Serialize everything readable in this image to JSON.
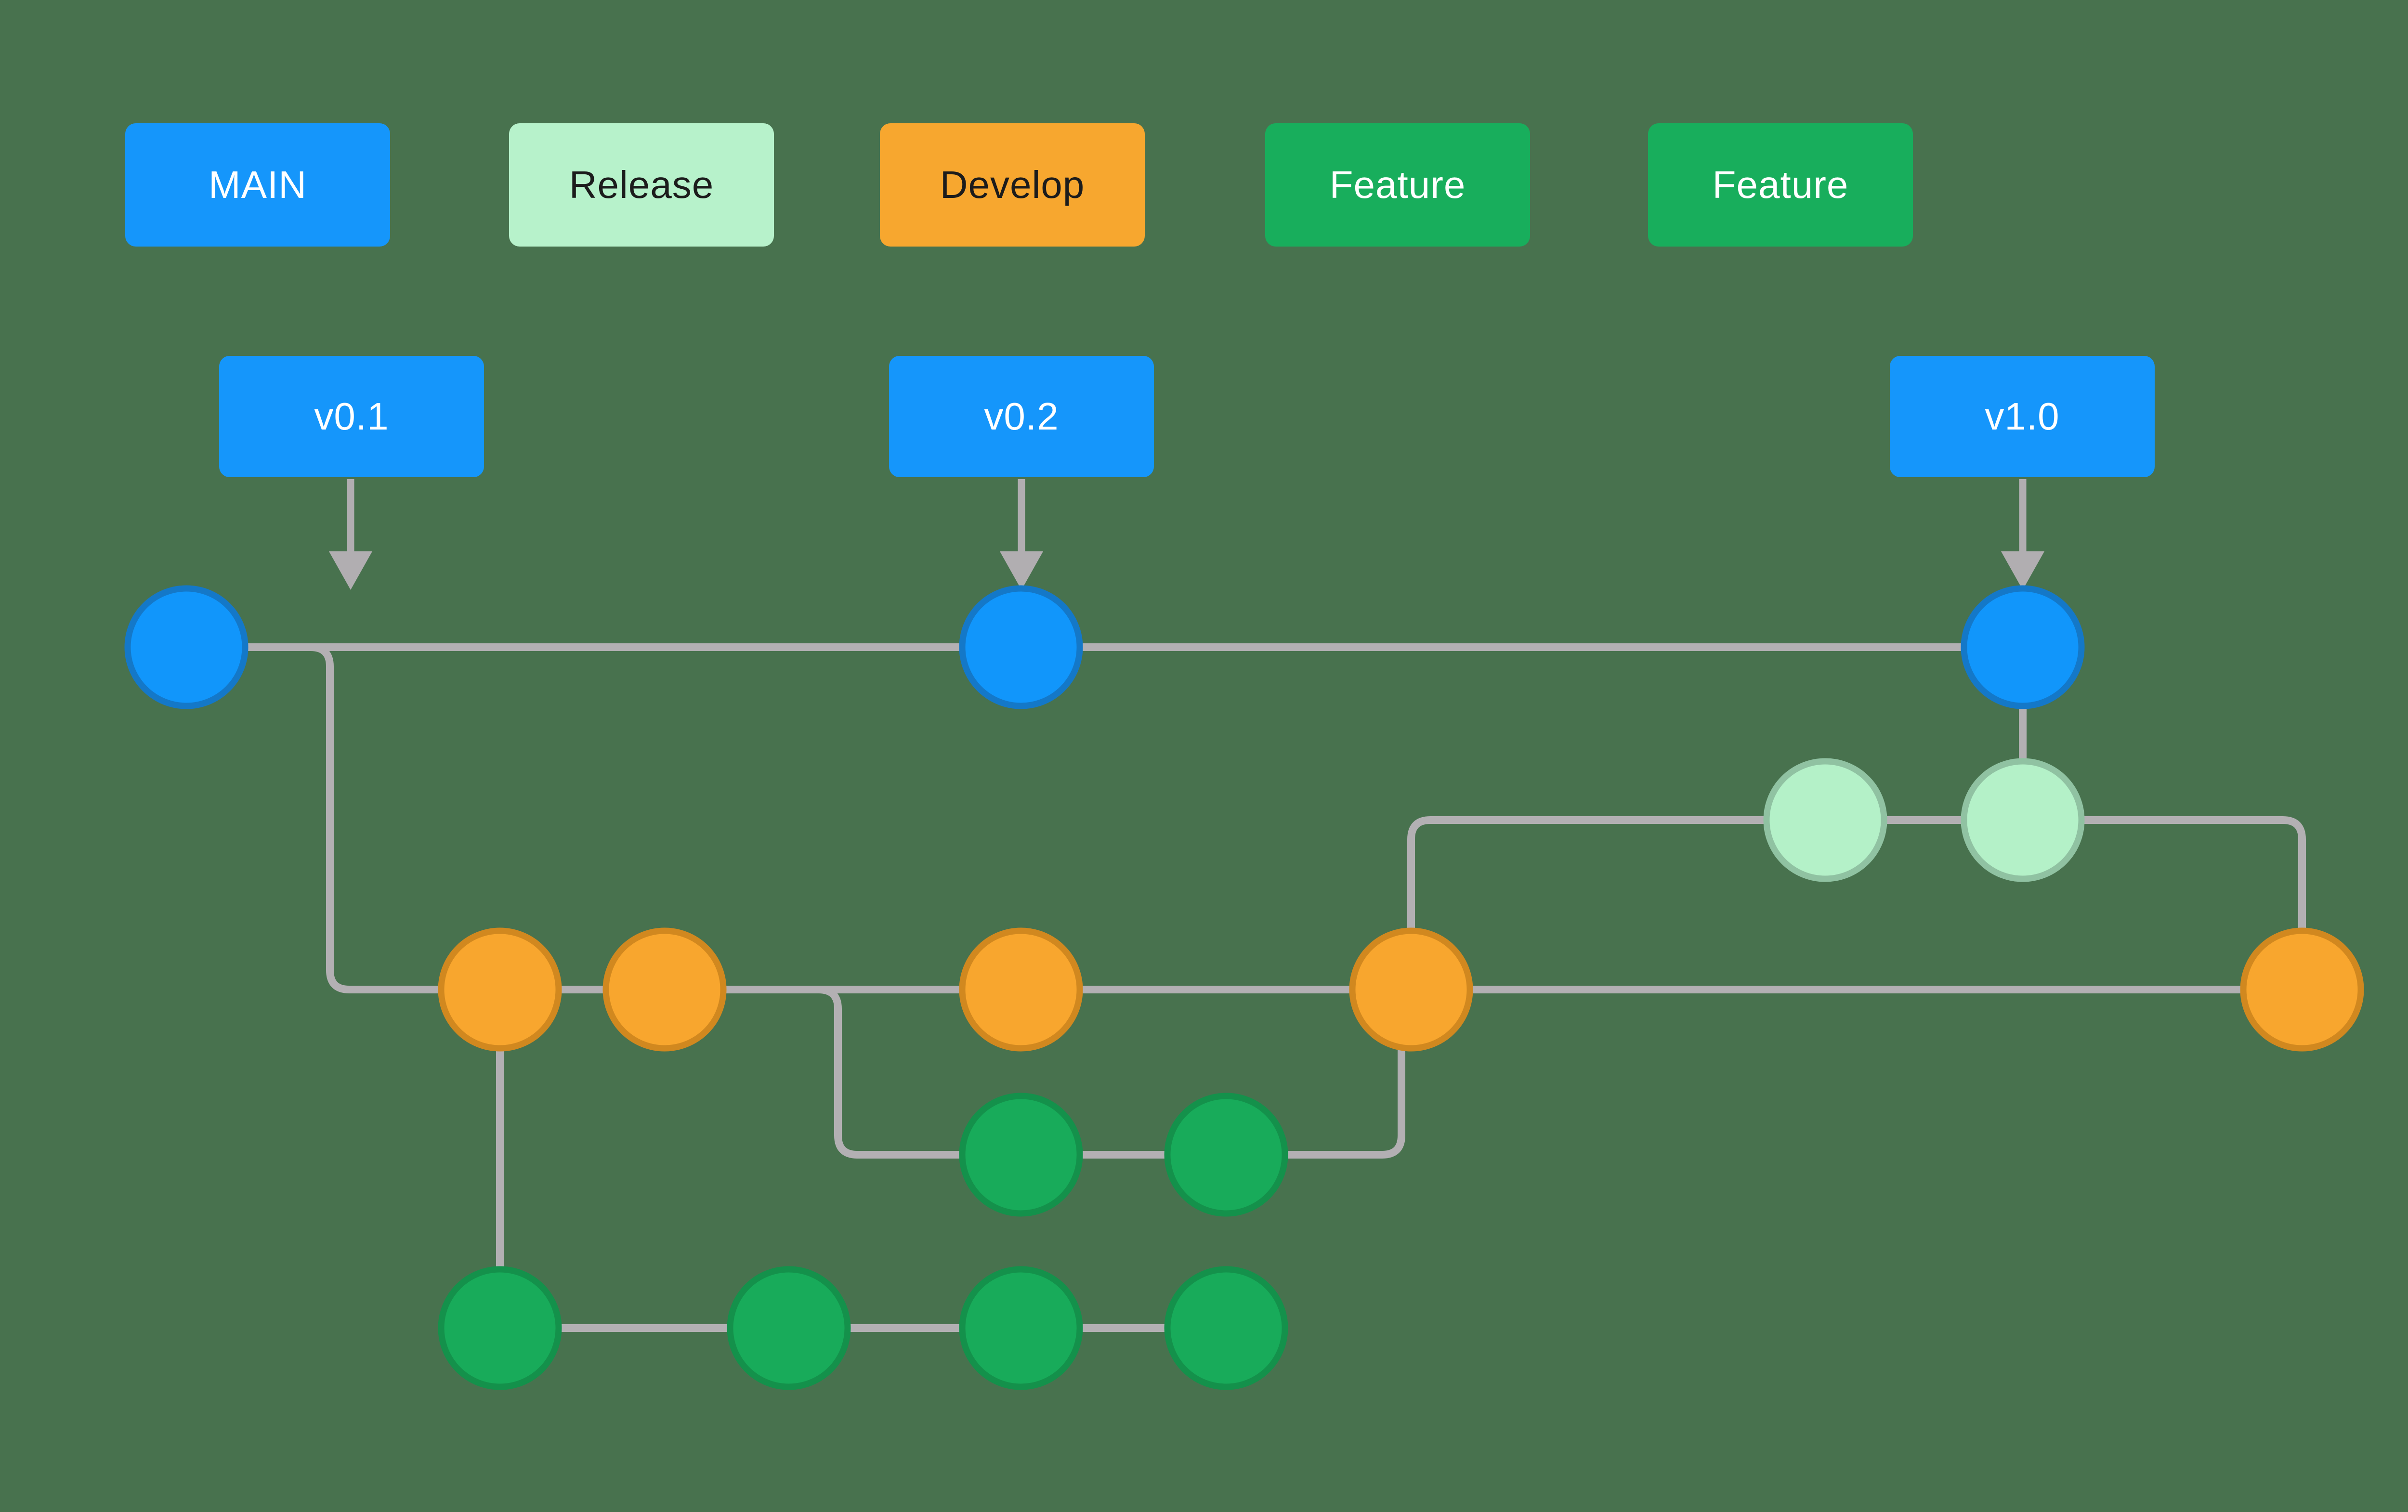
{
  "legend": {
    "items": [
      {
        "label": "MAIN",
        "branch": "main",
        "bg": "#1596fb",
        "text_color": "#ffffff"
      },
      {
        "label": "Release",
        "branch": "release",
        "bg": "#b7f2cb",
        "text_color": "#1c1c1c"
      },
      {
        "label": "Develop",
        "branch": "develop",
        "bg": "#f7a72f",
        "text_color": "#1c1c1c"
      },
      {
        "label": "Feature",
        "branch": "feature",
        "bg": "#18ae5c",
        "text_color": "#ffffff"
      },
      {
        "label": "Feature",
        "branch": "feature",
        "bg": "#18ae5c",
        "text_color": "#ffffff"
      }
    ]
  },
  "tags": {
    "items": [
      {
        "label": "v0.1"
      },
      {
        "label": "v0.2"
      },
      {
        "label": "v1.0"
      }
    ]
  },
  "graph": {
    "branches": [
      {
        "name": "main",
        "commit_count": 3,
        "node_color": "#1196fb"
      },
      {
        "name": "release",
        "commit_count": 2,
        "node_color": "#b4f1c8"
      },
      {
        "name": "develop",
        "commit_count": 5,
        "node_color": "#f8a62e"
      },
      {
        "name": "feature-1",
        "commit_count": 2,
        "node_color": "#18ab5a"
      },
      {
        "name": "feature-2",
        "commit_count": 4,
        "node_color": "#18ab5a"
      }
    ]
  },
  "colors": {
    "background": "#48724e",
    "connector_gray": "#b3b0b3",
    "arrow_gray": "#b1aeb1",
    "main_blue": "#1596fb",
    "main_blue_border": "#1478c8",
    "release_mint": "#b4f1c8",
    "release_mint_border": "#90c2a2",
    "develop_orange": "#f8a62e",
    "develop_orange_border": "#d1881f",
    "feature_green": "#18ab5a",
    "feature_green_border": "#14914b",
    "text_dark": "#1c1c1c",
    "text_light": "#ffffff"
  }
}
